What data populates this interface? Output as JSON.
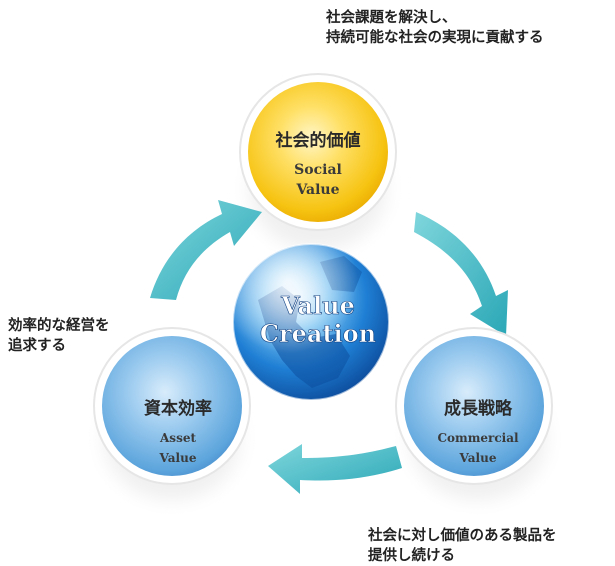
{
  "notes": {
    "top_line1": "社会課題を解決し、",
    "top_line2": "持続可能な社会の実現に貢献する",
    "left_line1": "効率的な経営を",
    "left_line2": "追求する",
    "bottom_line1": "社会に対し価値のある製品を",
    "bottom_line2": "提供し続ける"
  },
  "nodes": {
    "social": {
      "title": "社会的価値",
      "en1": "Social",
      "en2": "Value",
      "color": "#f5c215"
    },
    "growth": {
      "title": "成長戦略",
      "en1": "Commercial",
      "en2": "Value",
      "color": "#6aaee0"
    },
    "capital": {
      "title": "資本効率",
      "en1": "Asset",
      "en2": "Value",
      "color": "#6aaee0"
    },
    "center": {
      "line1": "Value",
      "line2": "Creation",
      "color": "#1e6fc4"
    }
  },
  "colors": {
    "arrow": "#3fb8c4",
    "globe": "#1e6fc4"
  }
}
